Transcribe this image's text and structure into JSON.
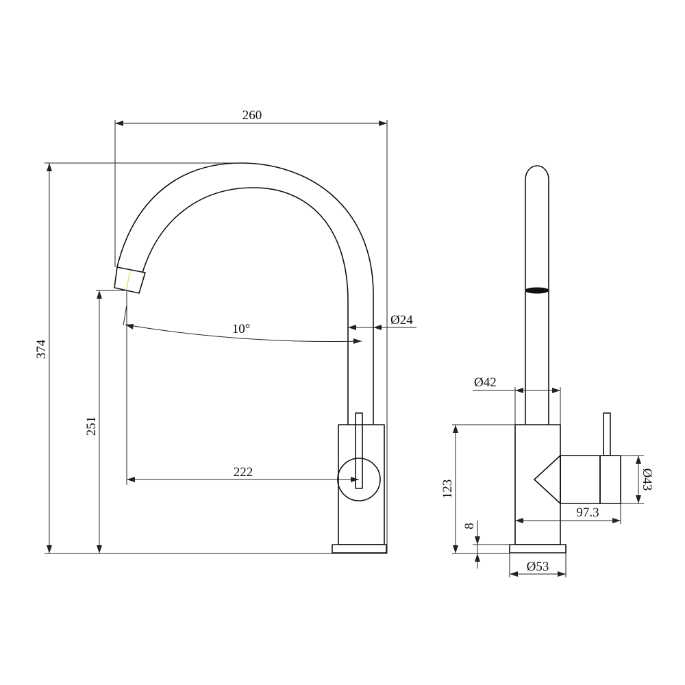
{
  "front_view": {
    "dims": {
      "width_total": "260",
      "height_total": "374",
      "height_outlet": "251",
      "reach": "222",
      "angle": "10°",
      "dia_spout": "Ø24"
    }
  },
  "side_view": {
    "dims": {
      "dia_body": "Ø42",
      "dia_handle": "Ø43",
      "handle_length": "97.3",
      "body_height": "123",
      "base_height": "8",
      "dia_base": "Ø53"
    }
  }
}
